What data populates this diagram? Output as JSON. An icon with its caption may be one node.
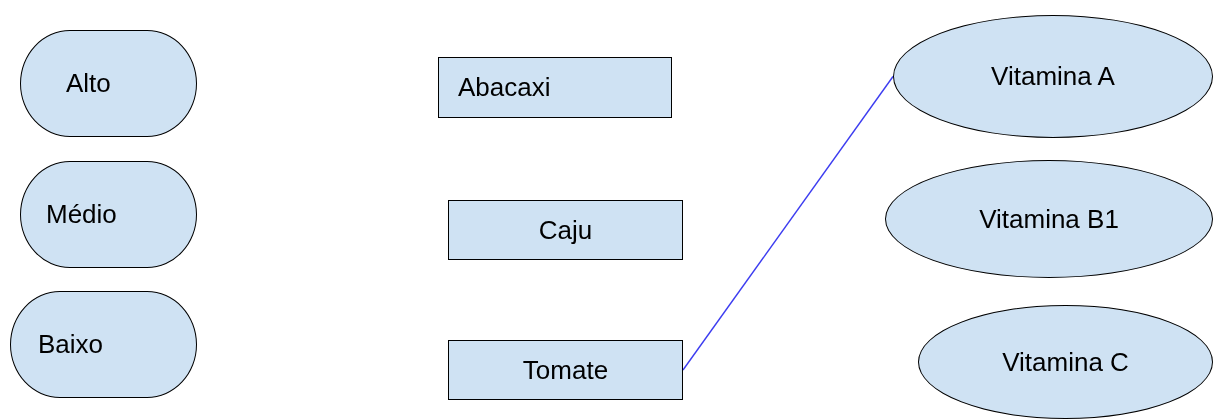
{
  "diagram": {
    "nodes": [
      {
        "text": [
          "Alto"
        ]
      },
      {
        "text": [
          "Médio"
        ]
      },
      {
        "text": [
          "Baixo"
        ]
      },
      {
        "text": [
          "Abacaxi"
        ]
      },
      {
        "text": [
          "Caju"
        ]
      },
      {
        "text": [
          "Tomate"
        ]
      },
      {
        "text": [
          "Vitamina A"
        ]
      },
      {
        "text": [
          "Vitamina B1"
        ]
      },
      {
        "text": [
          "Vitamina C"
        ]
      }
    ],
    "edges": [
      {
        "from": 5,
        "to": 6,
        "arrow": "none",
        "color": "#3c3cf0"
      }
    ]
  }
}
